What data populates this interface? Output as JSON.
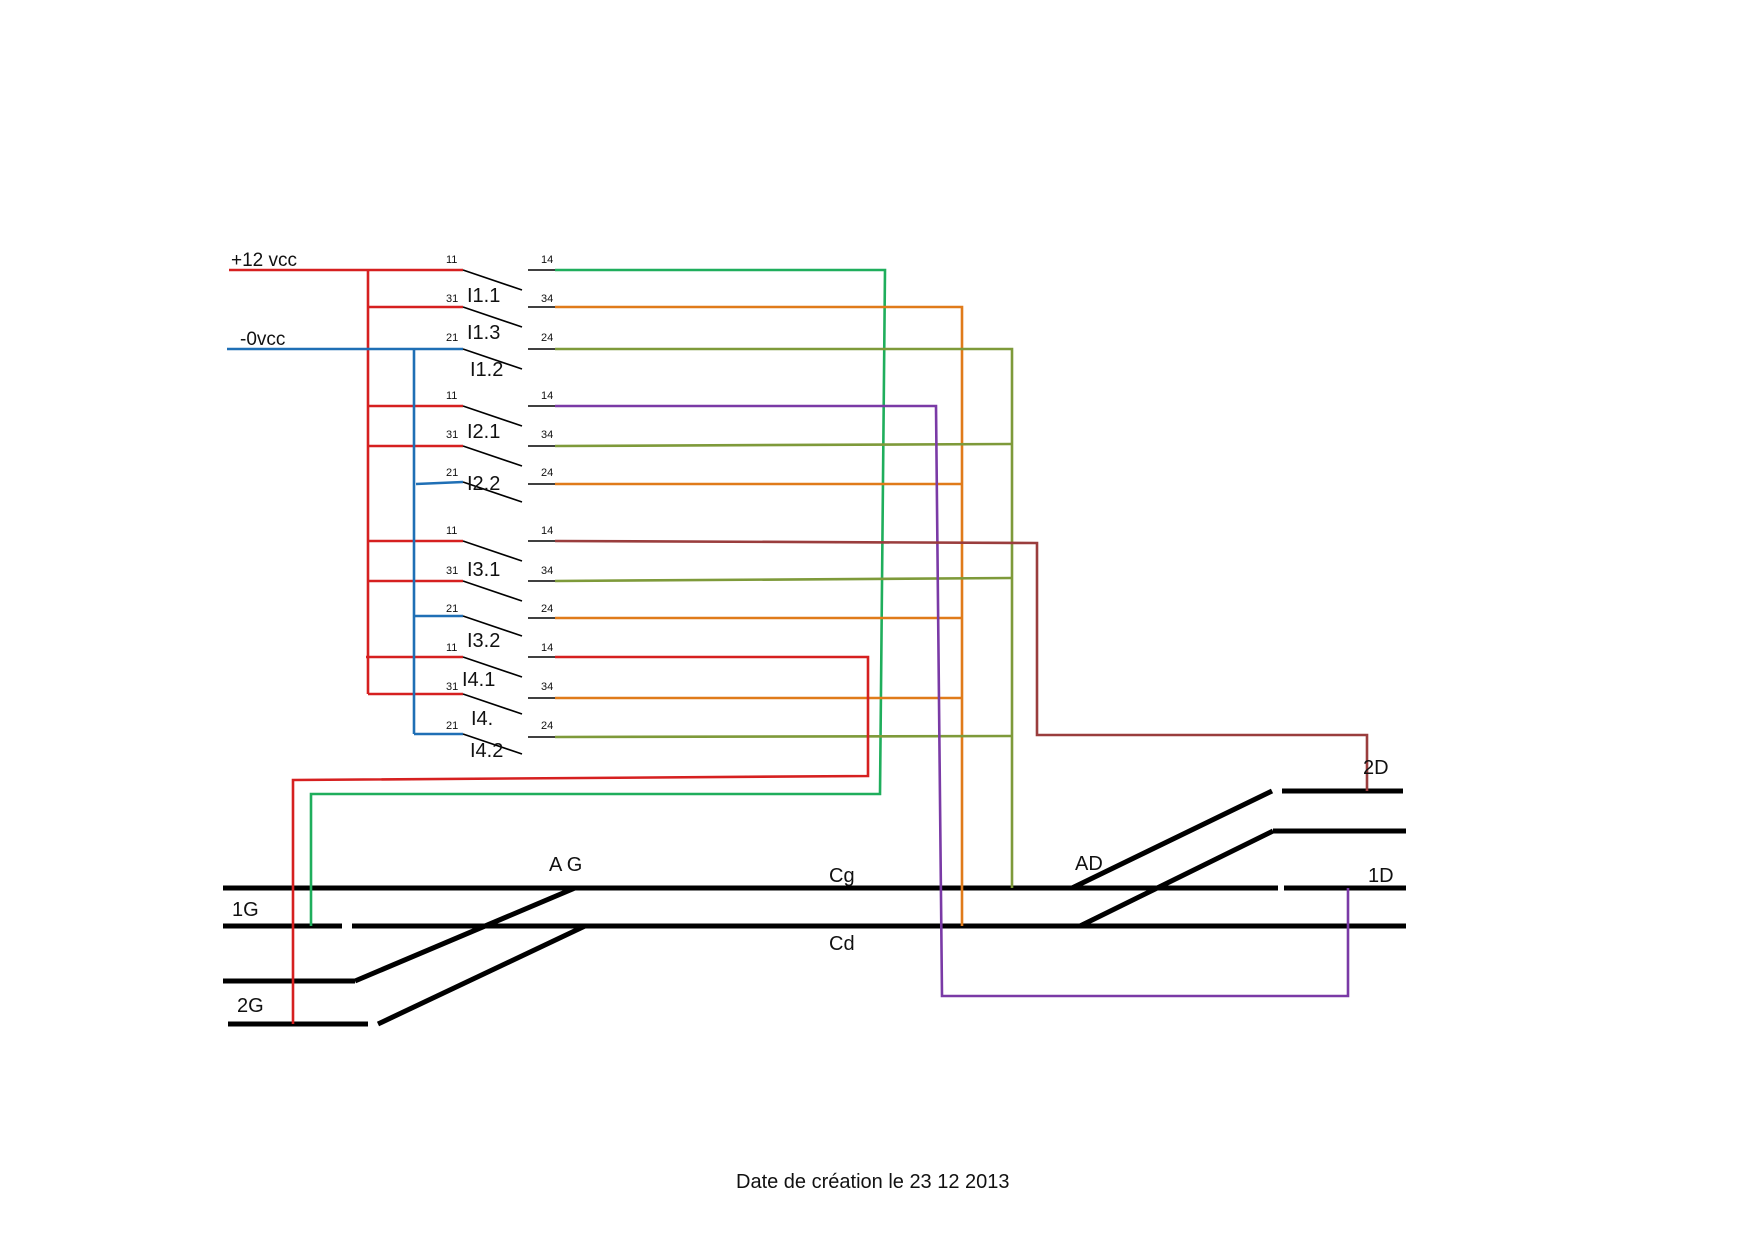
{
  "supply": {
    "plus": "+12 vcc",
    "minus": "-0vcc"
  },
  "switch_labels": [
    "I1.1",
    "I1.3",
    "I1.2",
    "I2.1",
    "I2.2",
    "I3.1",
    "I3.2",
    "I4.1",
    "I4.",
    "I4.2"
  ],
  "contacts": [
    {
      "in": "11",
      "out": "14"
    },
    {
      "in": "31",
      "out": "34"
    },
    {
      "in": "21",
      "out": "24"
    },
    {
      "in": "11",
      "out": "14"
    },
    {
      "in": "31",
      "out": "34"
    },
    {
      "in": "21",
      "out": "24"
    },
    {
      "in": "11",
      "out": "14"
    },
    {
      "in": "31",
      "out": "34"
    },
    {
      "in": "21",
      "out": "24"
    },
    {
      "in": "11",
      "out": "14"
    },
    {
      "in": "31",
      "out": "34"
    },
    {
      "in": "21",
      "out": "24"
    }
  ],
  "track_labels": {
    "g1": "1G",
    "g2": "2G",
    "ag": "A G",
    "cg": "Cg",
    "cd": "Cd",
    "ad": "AD",
    "d1": "1D",
    "d2": "2D"
  },
  "colors": {
    "plus": "#d62020",
    "minus": "#1f6fb5",
    "green": "#1fae5c",
    "orange": "#e07b1a",
    "olive": "#7e9a3a",
    "purple": "#7a3aa6",
    "brown": "#9a3d3d",
    "track": "#000000"
  },
  "footer": "Date de création le 23 12 2013"
}
